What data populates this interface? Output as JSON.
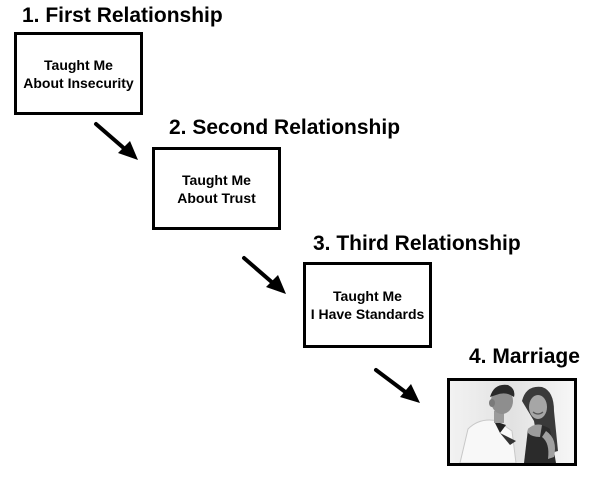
{
  "steps": [
    {
      "title": "1. First Relationship",
      "lines": [
        "Taught Me",
        "About Insecurity"
      ]
    },
    {
      "title": "2. Second Relationship",
      "lines": [
        "Taught Me",
        "About Trust"
      ]
    },
    {
      "title": "3. Third Relationship",
      "lines": [
        "Taught Me",
        "I Have Standards"
      ]
    },
    {
      "title": "4. Marriage"
    }
  ],
  "icons": {
    "arrow": "arrow-down-right-icon",
    "photo": "couple-photo"
  },
  "colors": {
    "stroke": "#000000",
    "background": "#ffffff"
  }
}
